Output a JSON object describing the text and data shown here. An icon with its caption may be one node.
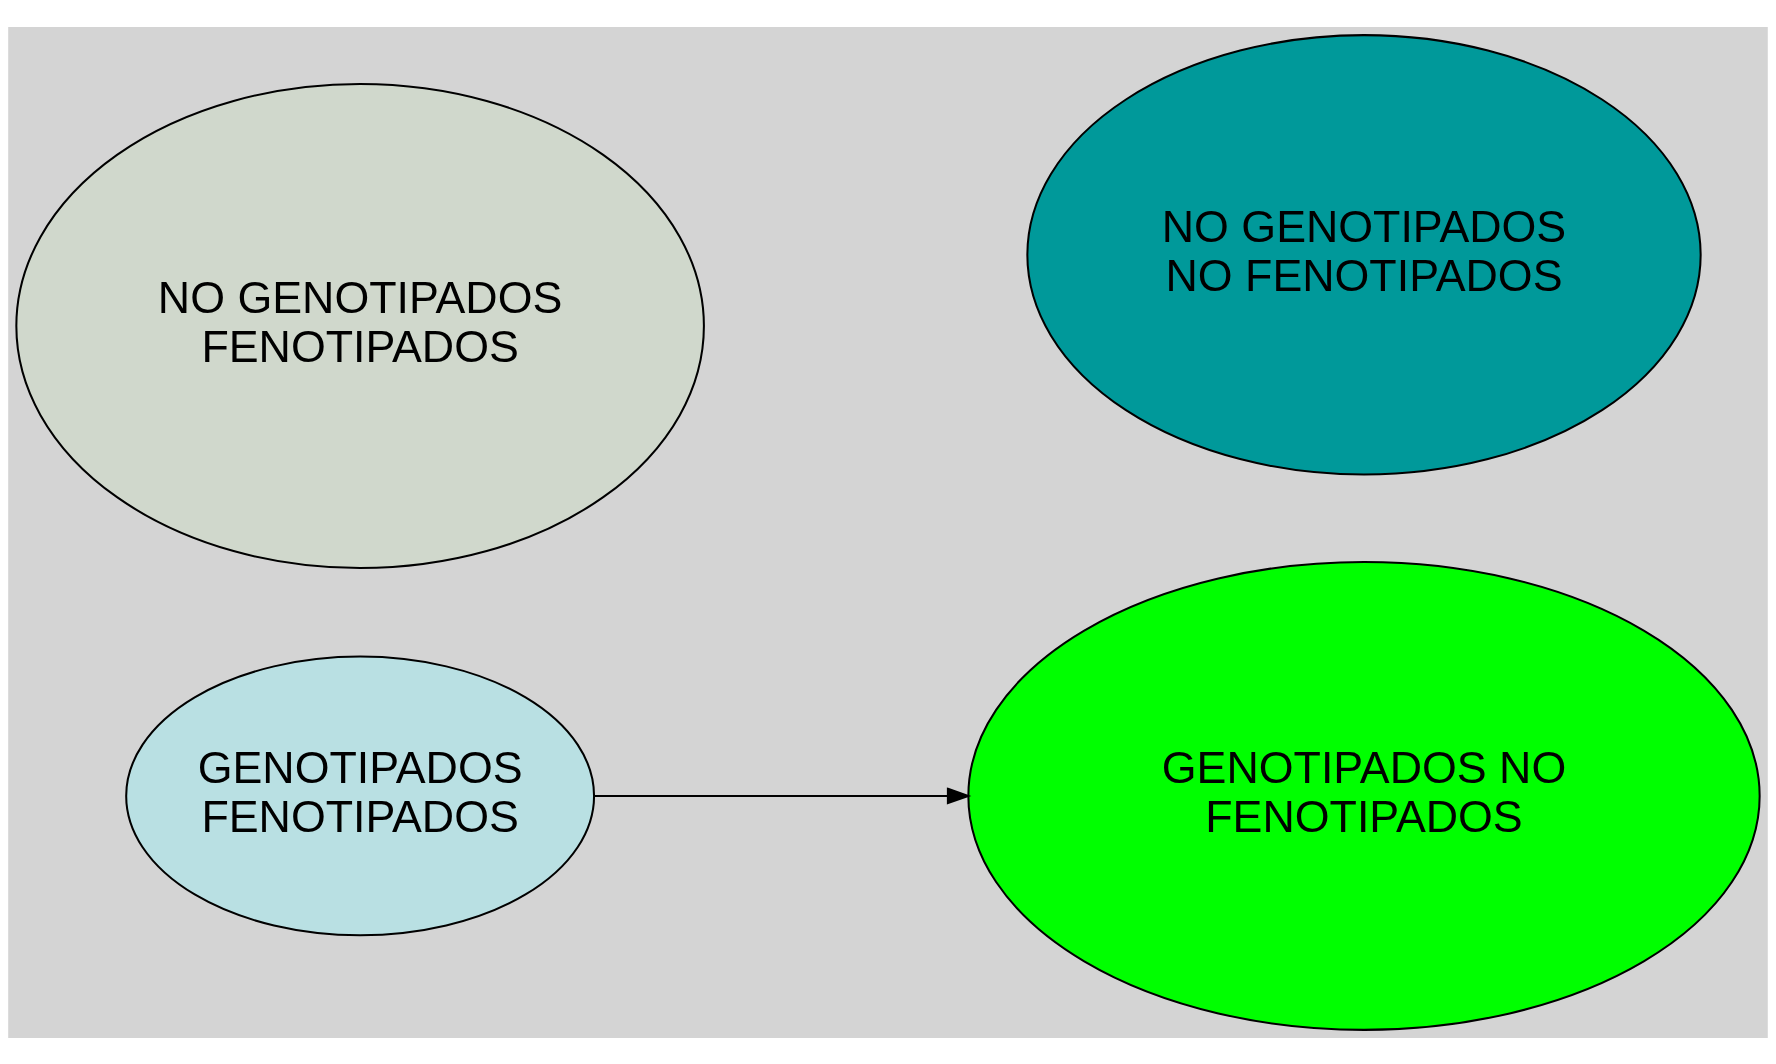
{
  "diagram": {
    "nodes": [
      {
        "text": [
          "GENOTIPADOS FENOTIPADOS"
        ]
      },
      {
        "text": [
          "GENOTIPADOS NO FENOTIPADOS"
        ]
      },
      {
        "text": [
          "NO GENOTIPADOS FENOTIPADOS"
        ]
      },
      {
        "text": [
          "NO GENOTIPADOS NO FENOTIPADOS"
        ]
      }
    ],
    "edges": [
      {
        "from": 0,
        "to": 1,
        "arrow": "to"
      }
    ]
  }
}
